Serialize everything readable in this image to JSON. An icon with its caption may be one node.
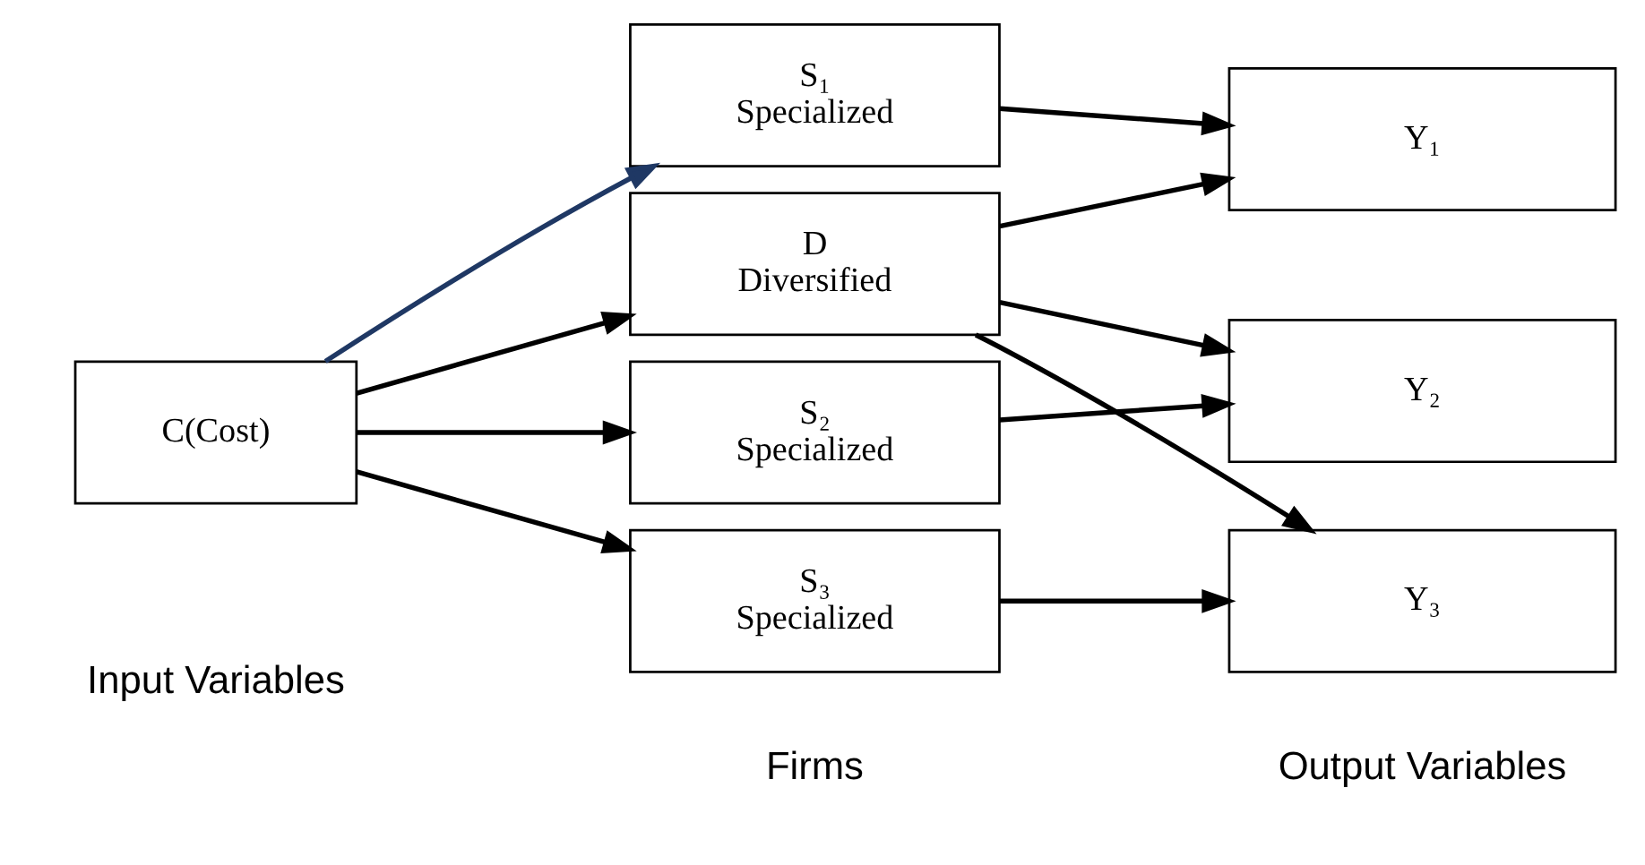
{
  "diagram": {
    "nodes": [
      {
        "text": [
          "C(Cost)"
        ]
      },
      {
        "text": [
          "D",
          "Diversified"
        ]
      },
      {
        "text": [
          "S₁",
          "Specialized"
        ]
      },
      {
        "text": [
          "S₂",
          "Specialized"
        ]
      },
      {
        "text": [
          "S₃",
          "Specialized"
        ]
      },
      {
        "text": [
          "Y₁"
        ]
      },
      {
        "text": [
          "Y₂"
        ]
      },
      {
        "text": [
          "Y₃"
        ]
      }
    ],
    "edges": [
      {
        "from": 0,
        "to": 1,
        "arrow": "to"
      },
      {
        "from": 0,
        "to": 2,
        "arrow": "to",
        "color": "#1f3864"
      },
      {
        "from": 0,
        "to": 3,
        "arrow": "to"
      },
      {
        "from": 0,
        "to": 4,
        "arrow": "to"
      },
      {
        "from": 1,
        "to": 5,
        "arrow": "to"
      },
      {
        "from": 1,
        "to": 6,
        "arrow": "to"
      },
      {
        "from": 1,
        "to": 7,
        "arrow": "to"
      },
      {
        "from": 2,
        "to": 5,
        "arrow": "to"
      },
      {
        "from": 3,
        "to": 6,
        "arrow": "to"
      },
      {
        "from": 4,
        "to": 7,
        "arrow": "to"
      }
    ],
    "labels": [
      "Input Variables",
      "Firms",
      "Output Variables"
    ]
  }
}
